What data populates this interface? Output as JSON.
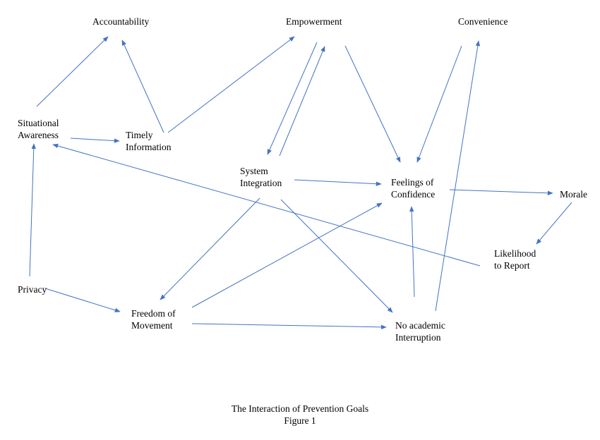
{
  "colors": {
    "arrow": "#4472c4",
    "text": "#000000"
  },
  "nodes": [
    {
      "id": "accountability",
      "lines": [
        "Accountability"
      ]
    },
    {
      "id": "empowerment",
      "lines": [
        "Empowerment"
      ]
    },
    {
      "id": "convenience",
      "lines": [
        "Convenience"
      ]
    },
    {
      "id": "situational_awareness",
      "lines": [
        "Situational",
        "Awareness"
      ]
    },
    {
      "id": "timely_information",
      "lines": [
        "Timely",
        "Information"
      ]
    },
    {
      "id": "system_integration",
      "lines": [
        "System",
        "Integration"
      ]
    },
    {
      "id": "feelings_of_confidence",
      "lines": [
        "Feelings of",
        "Confidence"
      ]
    },
    {
      "id": "morale",
      "lines": [
        "Morale"
      ]
    },
    {
      "id": "likelihood_to_report",
      "lines": [
        "Likelihood",
        "to Report"
      ]
    },
    {
      "id": "privacy",
      "lines": [
        "Privacy"
      ]
    },
    {
      "id": "freedom_of_movement",
      "lines": [
        "Freedom of",
        "Movement"
      ]
    },
    {
      "id": "no_academic_interruption",
      "lines": [
        "No academic",
        "Interruption"
      ]
    }
  ],
  "edges": [
    {
      "from": "situational_awareness",
      "to": "accountability"
    },
    {
      "from": "timely_information",
      "to": "accountability"
    },
    {
      "from": "timely_information",
      "to": "empowerment"
    },
    {
      "from": "situational_awareness",
      "to": "timely_information"
    },
    {
      "from": "empowerment",
      "to": "system_integration"
    },
    {
      "from": "system_integration",
      "to": "empowerment"
    },
    {
      "from": "empowerment",
      "to": "feelings_of_confidence"
    },
    {
      "from": "convenience",
      "to": "feelings_of_confidence"
    },
    {
      "from": "system_integration",
      "to": "feelings_of_confidence"
    },
    {
      "from": "feelings_of_confidence",
      "to": "morale"
    },
    {
      "from": "morale",
      "to": "likelihood_to_report"
    },
    {
      "from": "likelihood_to_report",
      "to": "situational_awareness"
    },
    {
      "from": "privacy",
      "to": "situational_awareness"
    },
    {
      "from": "privacy",
      "to": "freedom_of_movement"
    },
    {
      "from": "system_integration",
      "to": "freedom_of_movement"
    },
    {
      "from": "system_integration",
      "to": "no_academic_interruption"
    },
    {
      "from": "freedom_of_movement",
      "to": "feelings_of_confidence"
    },
    {
      "from": "freedom_of_movement",
      "to": "no_academic_interruption"
    },
    {
      "from": "no_academic_interruption",
      "to": "feelings_of_confidence"
    },
    {
      "from": "no_academic_interruption",
      "to": "convenience"
    }
  ],
  "caption": {
    "line1": "The Interaction of Prevention Goals",
    "line2": "Figure 1"
  }
}
